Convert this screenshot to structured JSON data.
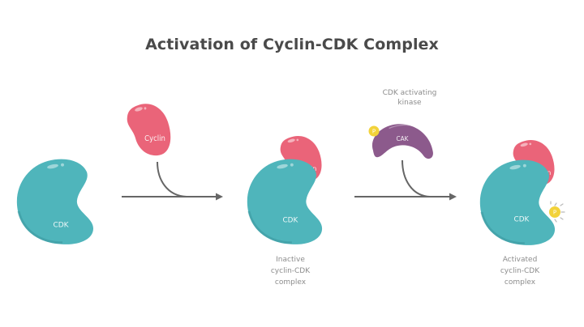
{
  "title": "Activation of Cyclin-CDK Complex",
  "colors": {
    "cdk": "#4fb5bb",
    "cdk_shade": "#3e9aa0",
    "cyclin": "#ea6479",
    "cyclin_shade": "#d4505f",
    "cak": "#8c5a8c",
    "cak_shade": "#74466f",
    "phosphate": "#f2d23a",
    "arrow": "#666666",
    "caption": "#8c8c8c",
    "title": "#4a4a4a"
  },
  "stages": [
    {
      "cdk_label": "CDK"
    },
    {
      "cdk_label": "CDK",
      "cyclin_label": "Cyclin",
      "caption": [
        "Inactive",
        "cyclin-CDK",
        "complex"
      ]
    },
    {
      "cdk_label": "CDK",
      "cyclin_label": "Cyclin",
      "phosphate_label": "P",
      "caption": [
        "Activated",
        "cyclin-CDK",
        "complex"
      ]
    }
  ],
  "step1": {
    "input_label": "Cyclin"
  },
  "step2": {
    "enzyme_label": "CAK",
    "enzyme_name": [
      "CDK activating",
      "kinase"
    ],
    "phosphate_label": "P"
  }
}
